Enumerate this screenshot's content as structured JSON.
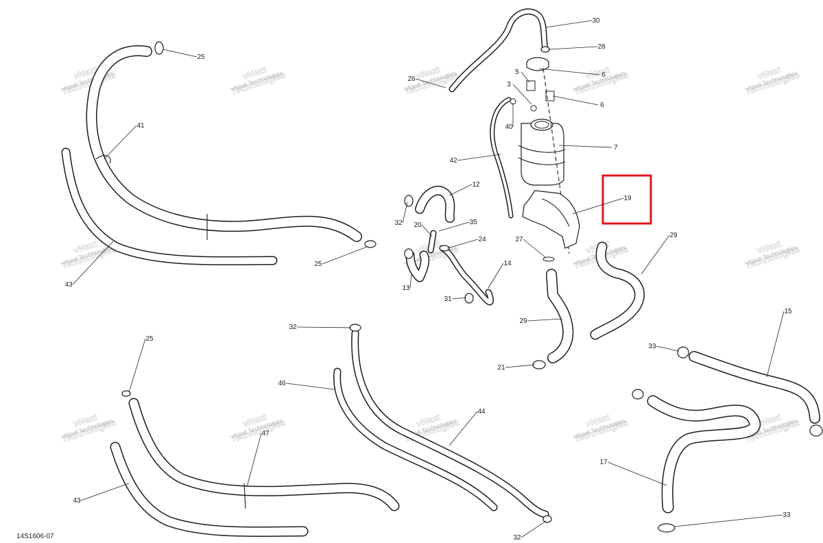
{
  "diagram": {
    "reference_code": "14S1606-07",
    "watermark_line1": "vNext",
    "watermark_line2": "Technologies",
    "watermark_text": "vNext Technologies",
    "highlight_color": "#e0141e",
    "line_color": "#1b1b1b",
    "part_labels": [
      "30",
      "28",
      "25",
      "5",
      "6",
      "3",
      "26",
      "6",
      "40",
      "7",
      "41",
      "42",
      "12",
      "19",
      "32",
      "20",
      "35",
      "24",
      "27",
      "29",
      "13",
      "14",
      "31",
      "25",
      "43",
      "29",
      "21",
      "32",
      "15",
      "33",
      "46",
      "44",
      "25",
      "47",
      "43",
      "17",
      "33",
      "32"
    ]
  }
}
